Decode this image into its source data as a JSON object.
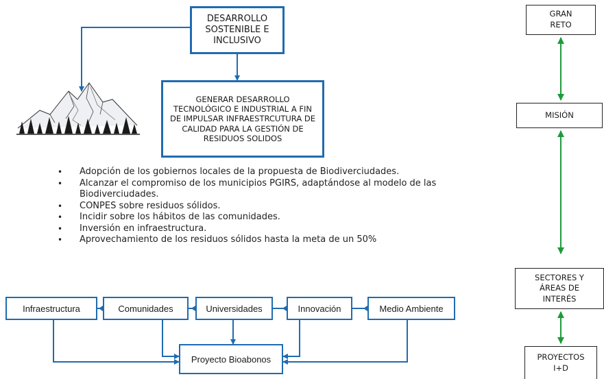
{
  "top": {
    "goal": "DESARROLLO SOSTENIBLE E INCLUSIVO",
    "objective": "GENERAR DESARROLLO TECNOLÓGICO E INDUSTRIAL A FIN DE IMPULSAR INFRAESTRCUTURA DE CALIDAD PARA LA GESTIÓN DE RESIDUOS SOLIDOS"
  },
  "bullets": [
    "Adopción de los gobiernos locales de la propuesta de Biodiverciudades.",
    "Alcanzar el compromiso de los municipios PGIRS, adaptándose al modelo de las Biodiverciudades.",
    "CONPES sobre residuos sólidos.",
    "Incidir sobre los hábitos de las comunidades.",
    "Inversión en infraestructura.",
    "Aprovechamiento de los residuos sólidos hasta la meta de un 50%"
  ],
  "bottom": {
    "boxes": [
      "Infraestructura",
      "Comunidades",
      "Universidades",
      "Innovación",
      "Medio Ambiente"
    ],
    "center": "Proyecto Bioabonos"
  },
  "right": {
    "boxes": [
      "GRAN RETO",
      "MISIÓN",
      "SECTORES Y ÁREAS DE INTERÉS",
      "PROYECTOS I+D"
    ]
  },
  "colors": {
    "blue": "#1f6bb0",
    "green": "#1e9a3c"
  }
}
